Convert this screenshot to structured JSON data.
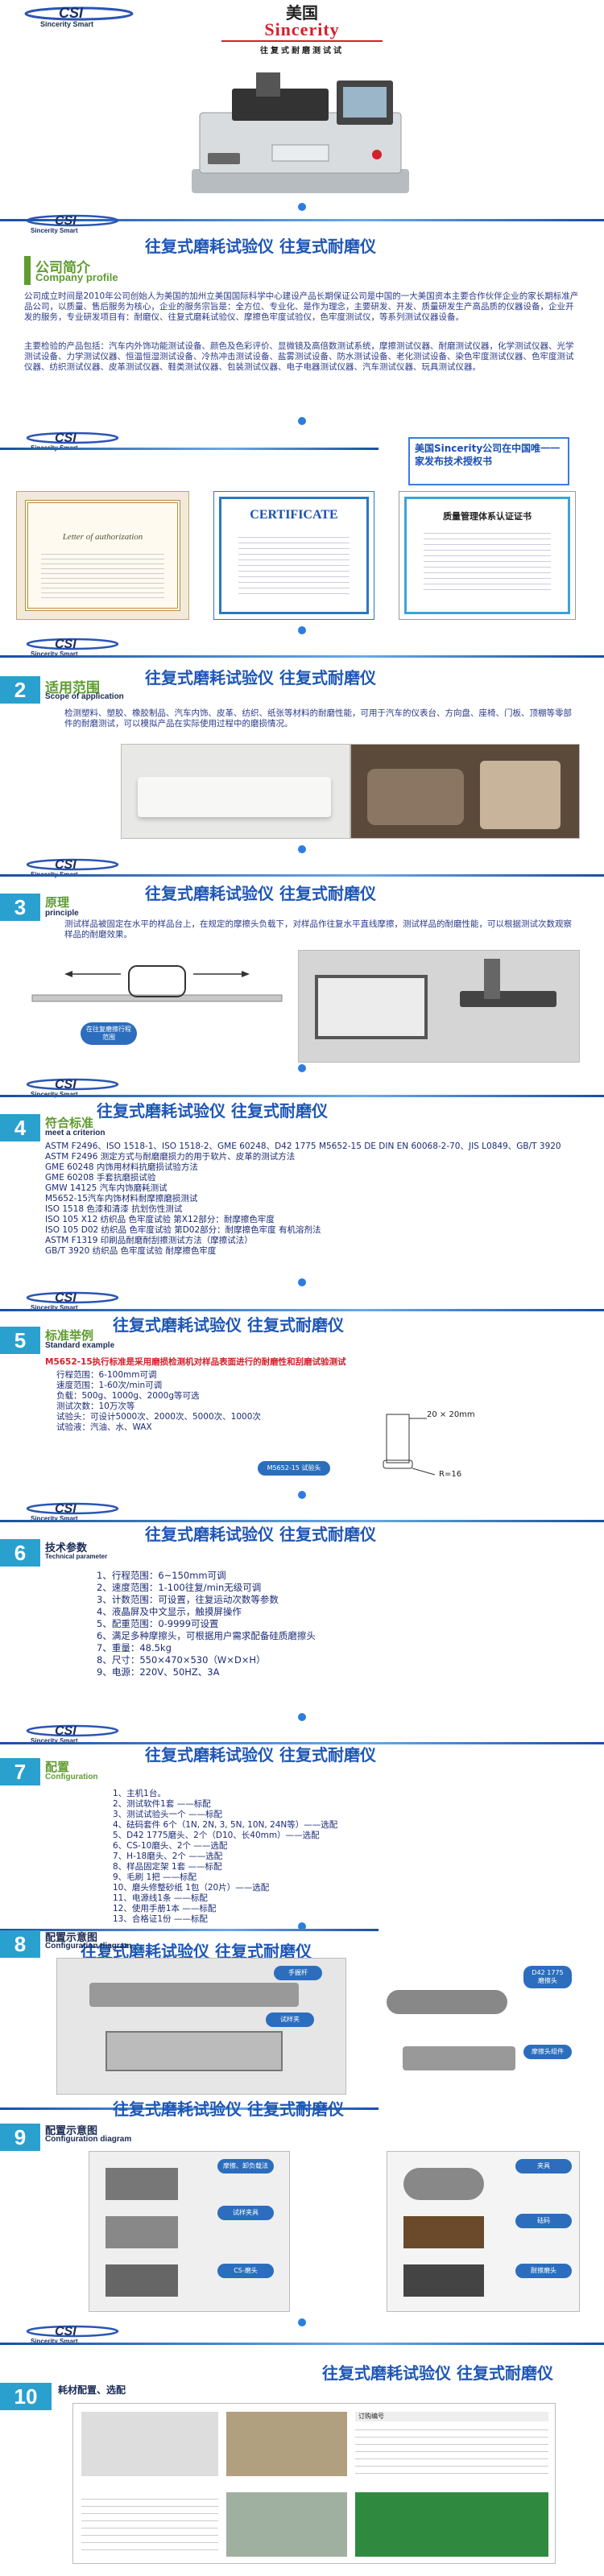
{
  "hero": {
    "logo_sub": "Sincerity Smart",
    "brand_cn": "美国",
    "brand_en": "Sincerity",
    "brand_desc": "往复式耐磨测试试",
    "product_image": "product-machine-photo"
  },
  "slogan": "往复式磨耗试验仪   往复式耐磨仪",
  "logo_sub": "Sincerity Smart",
  "section1": {
    "title_cn": "公司简介",
    "title_en": "Company profile",
    "para1": "公司成立时间是2010年公司创始人为美国的加州立美国国际科学中心建设产品长期保证公司是中国的一大美国资本主要合作伙伴企业的家长期标准产品公司，以质量、售后服务为核心，企业的服务宗旨是：全方位、专业化、是作为理念，主要研发、开发、质量研发生产高品质的仪器设备，企业开发的服务，专业研发项目有：耐磨仪、往复式磨耗试验仪、摩擦色牢度试验仪，色牢度测试仪，等系列测试仪器设备。",
    "para2": "主要检验的产品包括：汽车内外饰功能测试设备、颜色及色彩评价、显微镜及高倍数测试系统，摩擦测试仪器、耐磨测试仪器，化学测试仪器、光学测试设备、力学测试仪器、恒温恒湿测试设备、冷热冲击测试设备、盐雾测试设备、防水测试设备、老化测试设备、染色牢度测试仪器、色牢度测试仪器、纺织测试仪器、皮革测试仪器、鞋类测试仪器、包装测试仪器、电子电器测试仪器、汽车测试仪器、玩具测试仪器。"
  },
  "section_cert": {
    "title": "美国Sincerity公司在中国唯一一家发布技术授权书",
    "cert1": "Letter of authorization",
    "cert2": "CERTIFICATE",
    "cert3": "质量管理体系认证证书"
  },
  "section2": {
    "num": "2",
    "title_cn": "适用范围",
    "title_en": "Scope of application",
    "para": "检测塑料、塑胶、橡胶制品、汽车内饰、皮革、纺织、纸张等材料的耐磨性能，可用于汽车的仪表台、方向盘、座椅、门板、顶棚等零部件的耐磨测试，可以模拟产品在实际使用过程中的磨损情况。"
  },
  "section3": {
    "num": "3",
    "title_cn": "原理",
    "title_en": "principle",
    "para": "测试样品被固定在水平的样品台上，在规定的摩擦头负载下，对样品作往复水平直线摩擦，测试样品的耐磨性能，可以根据测试次数观察样品的耐磨效果。",
    "callout": "在往复磨擦行程范围"
  },
  "section4": {
    "num": "4",
    "title_cn": "符合标准",
    "title_en": "meet a criterion",
    "items": [
      "ASTM F2496、ISO 1518-1、ISO 1518-2、GME 60248、D42 1775    M5652-15    DE DIN EN 60068-2-70、JIS L0849、GB/T 3920",
      "ASTM F2496 测定方式与耐磨磨损力的用于软片、皮革的测试方法",
      "GME 60248 内饰用材料抗磨损试验方法",
      "GME 60208 手套抗磨损试验",
      "GMW 14125 汽车内饰磨耗测试",
      "M5652-15汽车内饰材料耐摩擦磨损测试",
      "ISO 1518 色漆和清漆 抗划伤性测试",
      "ISO 105 X12 纺织品 色牢度试验 第X12部分：耐摩擦色牢度",
      "ISO 105 D02 纺织品 色牢度试验 第D02部分：耐摩擦色牢度 有机溶剂法",
      "ASTM F1319 印刷品耐磨耐刮擦测试方法（摩擦试法）",
      "GB/T 3920 纺织品 色牢度试验 耐摩擦色牢度"
    ]
  },
  "section5": {
    "num": "5",
    "title_cn": "标准举例",
    "title_en": "Standard example",
    "para_red": "M5652-15执行标准是采用磨损检测机对样品表面进行的耐磨性和刮磨试验测试",
    "lines": [
      "行程范围：6-100mm可调",
      "速度范围：1-60次/min可调",
      "负载：500g、1000g、2000g等可选",
      "测试次数：10万次等",
      "试验头：可设计5000次、2000次、5000次、1000次",
      "试验液：汽油、水、WAX"
    ],
    "dim": "20 × 20mm",
    "radius": "R=16",
    "callout": "M5652-15 试验头"
  },
  "section6": {
    "num": "6",
    "title_cn": "技术参数",
    "title_en": "Technical parameter",
    "items": [
      "1、行程范围：6~150mm可调",
      "2、速度范围：1-100往复/min无级可调",
      "3、计数范围：可设置，往复运动次数等参数",
      "4、液晶屏及中文显示，触摸屏操作",
      "5、配重范围：0-9999可设置",
      "6、满足多种摩擦头，可根据用户需求配备硅质磨擦头",
      "7、重量：48.5kg",
      "8、尺寸：550×470×530（W×D×H）",
      "9、电源：220V、50HZ、3A"
    ]
  },
  "section7": {
    "num": "7",
    "title_cn": "配置",
    "title_en": "Configuration",
    "items": [
      "1、主机1台。",
      "2、测试软件1套 ——标配",
      "3、测试试验头一个 ——标配",
      "4、砝码套件 6个（1N, 2N, 3, 5N, 10N, 24N等）——选配",
      "5、D42 1775磨头、2个（D10、长40mm）——选配",
      "6、CS-10磨头、2个 ——选配",
      "7、H-18磨头、2个 ——选配",
      "8、样品固定架 1套 ——标配",
      "9、毛刷 1把 ——标配",
      "10、磨头修整砂纸 1包（20片）——选配",
      "11、电源线1条 ——标配",
      "12、使用手册1本 ——标配",
      "13、合格证1份 ——标配"
    ]
  },
  "section8": {
    "num": "8",
    "title_cn": "配置示意图",
    "title_en": "Configuration diagram",
    "labels": [
      "手握杆",
      "试样夹",
      "D42 1775 磨擦头",
      "摩擦头组件"
    ]
  },
  "section9": {
    "num": "9",
    "title_cn": "配置示意图",
    "title_en": "Configuration diagram",
    "labels": [
      "摩擦、卸负载法",
      "试样夹具",
      "CS-磨头",
      "夹具",
      "砝码",
      "耐擦磨头"
    ]
  },
  "section10": {
    "num": "10",
    "title_cn": "耗材配置、选配",
    "table_header": "订购编号"
  },
  "colors": {
    "accent_blue": "#1f57b5",
    "accent_red": "#d4202a",
    "badge_cyan": "#2aa0cf",
    "green": "#5f9c2f"
  }
}
